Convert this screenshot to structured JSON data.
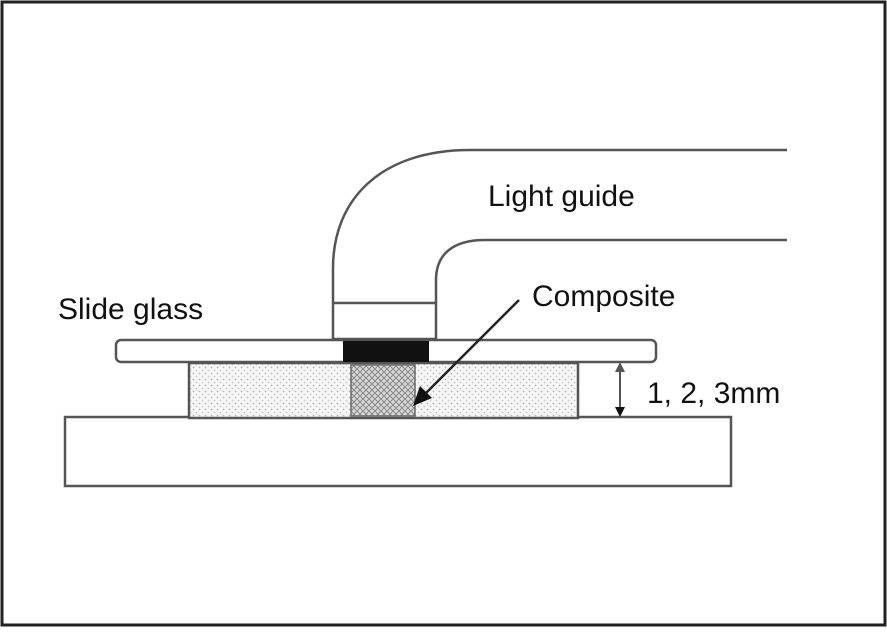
{
  "labels": {
    "light_guide": "Light guide",
    "slide_glass": "Slide glass",
    "composite": "Composite",
    "thickness": "1, 2, 3mm"
  },
  "colors": {
    "stroke": "#555555",
    "frame": "#222222",
    "background": "#ffffff",
    "cured_layer": "#111111",
    "mold_fill": "#f2f2f2",
    "composite_fill": "#c8c8c8"
  }
}
